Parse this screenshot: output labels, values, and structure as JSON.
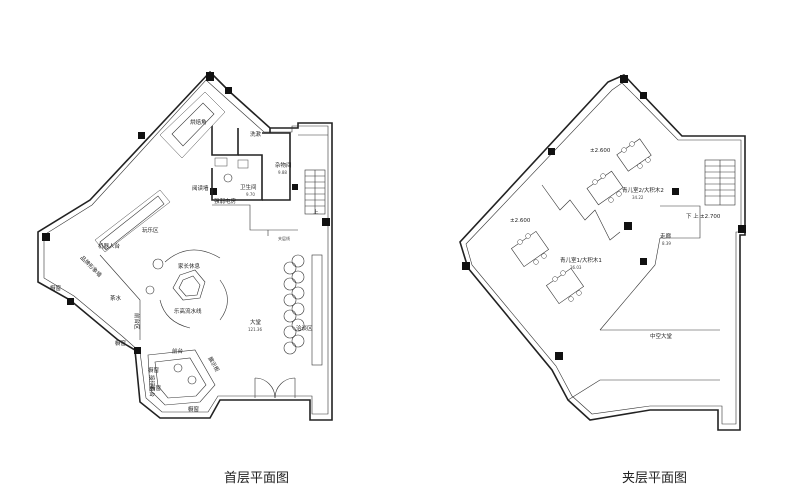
{
  "first_floor": {
    "caption": "首层平面图",
    "rooms": {
      "baking_corner": "烘焙角",
      "wash_room": "洗漱",
      "storage": "杂物间",
      "storage_area": "9.88",
      "restroom": "卫生间",
      "restroom_area": "9.70",
      "reading_wall": "阅读墙",
      "power_room": "强弱电房",
      "play_area": "玩乐区",
      "doorway": "上",
      "clamp_wall": "夹层线",
      "parent_area": "家长休息",
      "robot": "机器人台",
      "climbing_wall": "乐高流水线",
      "hall": "大堂",
      "hall_area": "121.36",
      "consult": "洽谈区",
      "tea": "茶水",
      "reception": "前台区",
      "sign_wall": "品牌形象墙",
      "display": "展示柜",
      "consult_desk": "前台",
      "counter": "接待柜台",
      "window1": "橱窗",
      "window2": "橱窗",
      "window3": "橱窗",
      "window4": "橱窗",
      "window5": "橱窗"
    }
  },
  "mezzanine": {
    "caption": "夹层平面图",
    "rooms": {
      "level_a": "±2.600",
      "level_b": "±2.600",
      "level_c": "±2.700",
      "classroom1": "青儿室1/大积木1",
      "classroom1_area": "36.03",
      "classroom2": "青儿室2/大积木2",
      "classroom2_area": "34.22",
      "corridor": "走廊",
      "corridor_area": "8.39",
      "stair_mark": "下 上",
      "void_hall": "中空大堂"
    }
  }
}
